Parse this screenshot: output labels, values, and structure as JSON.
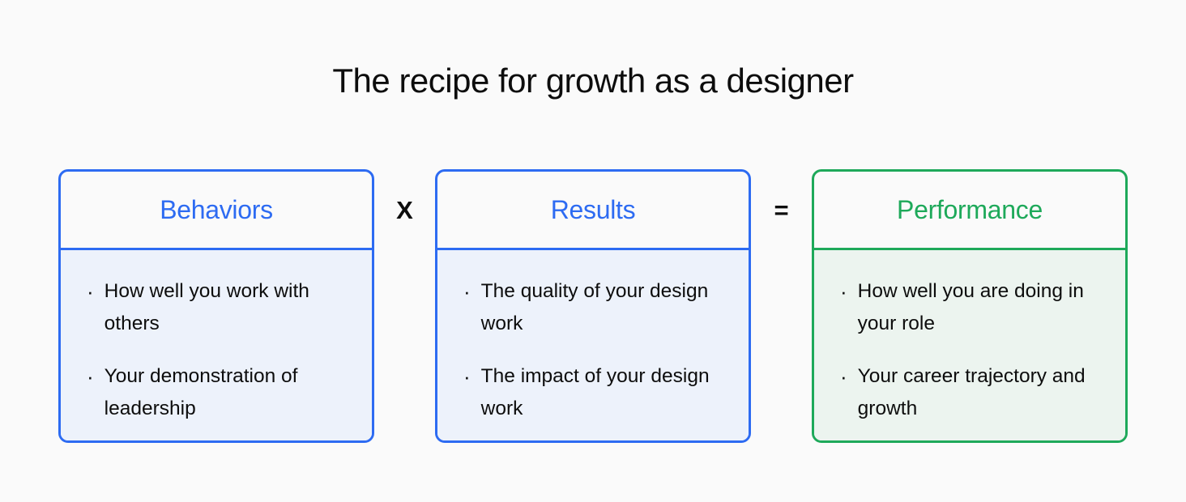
{
  "page": {
    "title": "The recipe for growth as a designer",
    "background": "#fafafa",
    "text_color": "#0d0d0d"
  },
  "diagram": {
    "bullet_glyph": "·",
    "operators": {
      "multiply": "X",
      "equals": "="
    },
    "cards": [
      {
        "title": "Behaviors",
        "accent_color": "#2d6bf2",
        "body_background": "#edf2fb",
        "bullets": [
          "How well you work with others",
          "Your demonstration of leadership"
        ]
      },
      {
        "title": "Results",
        "accent_color": "#2d6bf2",
        "body_background": "#edf2fb",
        "bullets": [
          "The quality of your design work",
          "The impact of your design work"
        ]
      },
      {
        "title": "Performance",
        "accent_color": "#1ea95a",
        "body_background": "#ecf4ef",
        "bullets": [
          "How well you are doing in your role",
          "Your career trajectory and growth"
        ]
      }
    ]
  }
}
